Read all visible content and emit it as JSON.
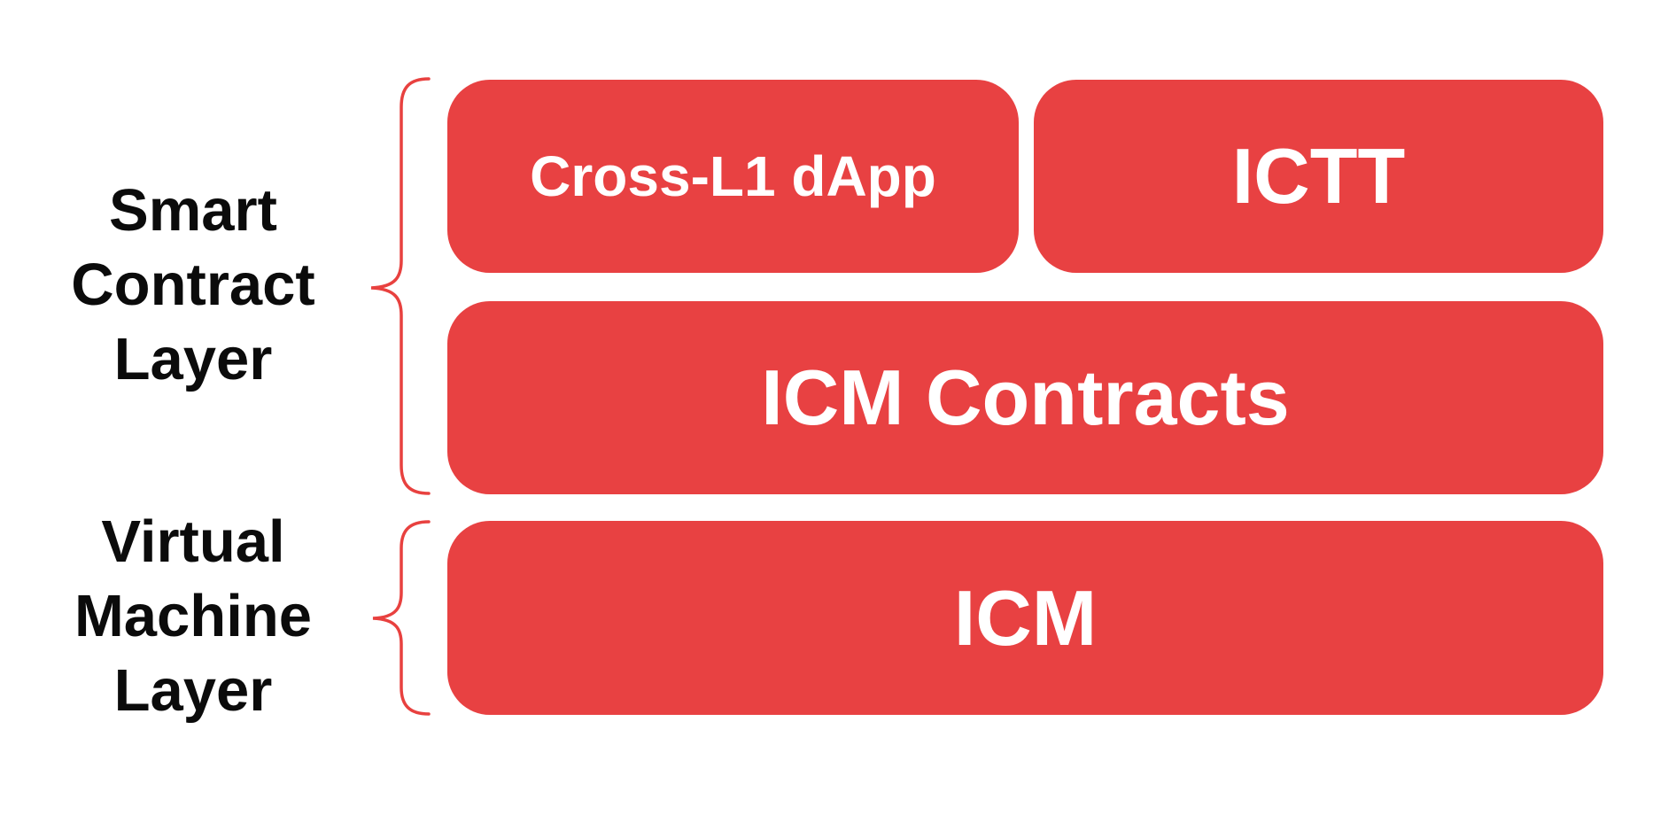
{
  "diagram": {
    "background_color": "#ffffff",
    "box_color": "#e84142",
    "brace_color": "#e8413f",
    "box_text_color": "#ffffff",
    "label_text_color": "#0b0b0b",
    "layers": [
      {
        "id": "smart-contract-layer",
        "label_text": "Smart Contract Layer",
        "label_lines": [
          "Smart",
          "Contract",
          "Layer"
        ]
      },
      {
        "id": "virtual-machine-layer",
        "label_text": "Virtual Machine Layer",
        "label_lines": [
          "Virtual",
          "Machine",
          "Layer"
        ]
      }
    ],
    "boxes": [
      {
        "id": "cross-l1-dapp",
        "label": "Cross-L1 dApp",
        "layer": "smart-contract-layer"
      },
      {
        "id": "ictt",
        "label": "ICTT",
        "layer": "smart-contract-layer"
      },
      {
        "id": "icm-contracts",
        "label": "ICM Contracts",
        "layer": "smart-contract-layer"
      },
      {
        "id": "icm",
        "label": "ICM",
        "layer": "virtual-machine-layer"
      }
    ]
  }
}
